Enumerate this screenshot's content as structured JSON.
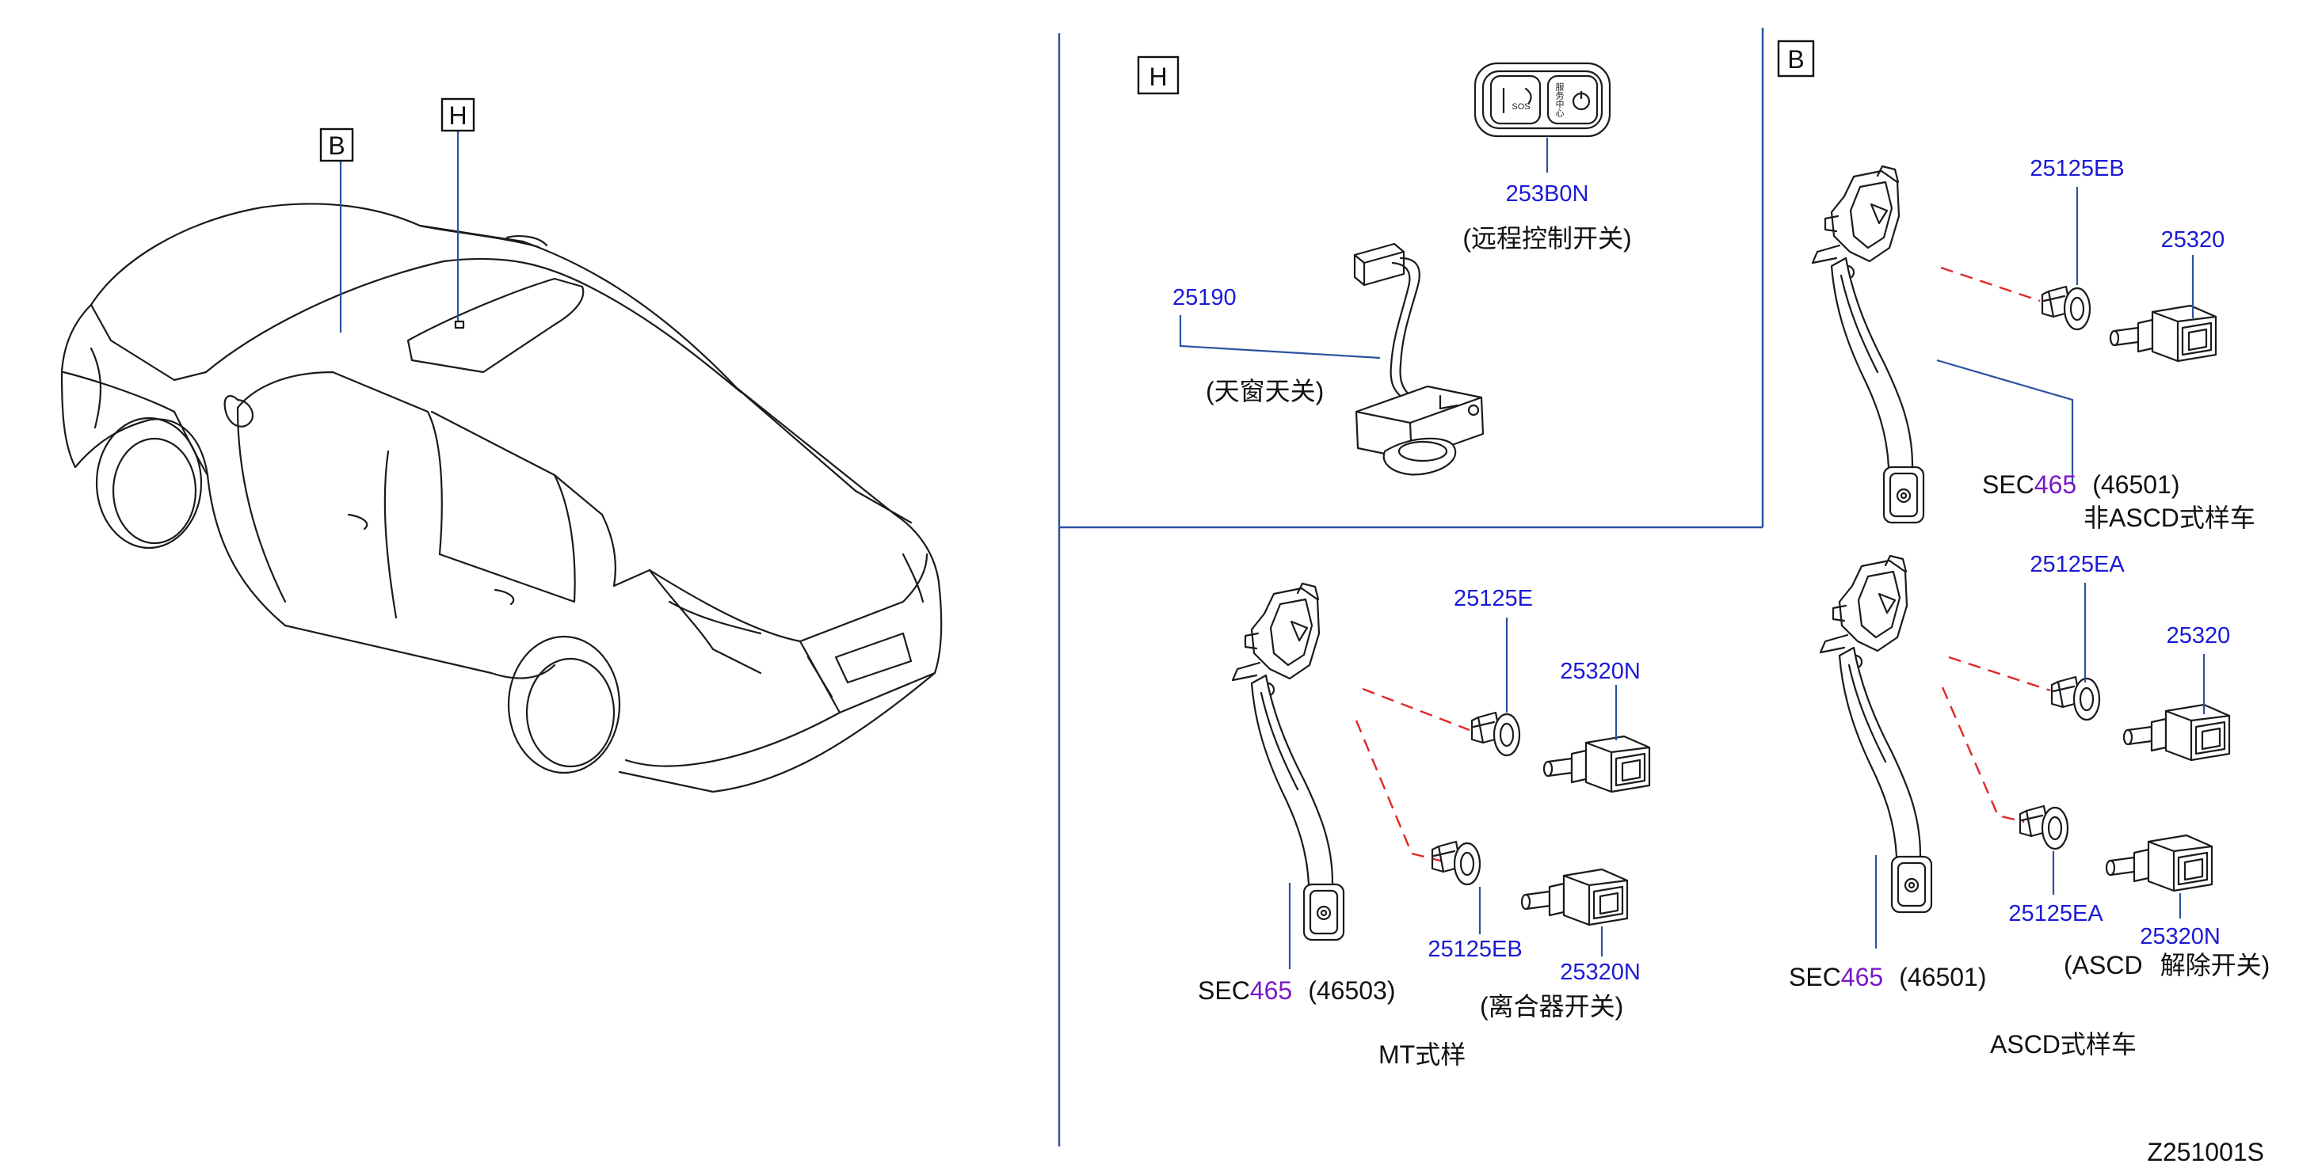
{
  "colors": {
    "part_label": "#1a1ad6",
    "sec_number": "#7a19c8",
    "leader_line": "#2a52a0",
    "dash_line": "#e0282a",
    "ink": "#1b1b1b"
  },
  "overview": {
    "callout_b": "B",
    "callout_h": "H"
  },
  "section_h": {
    "title": "H",
    "remote_switch": {
      "part_no": "253B0N",
      "caption": "(远程控制开关)",
      "sos_text": "SOS",
      "service_text": "服务中心"
    },
    "sunroof_switch": {
      "part_no": "25190",
      "caption": "(天窗天关)"
    }
  },
  "section_b": {
    "title": "B",
    "non_ascd": {
      "clip_part": "25125EB",
      "switch_part": "25320",
      "sec_prefix": "SEC",
      "sec_number": "465",
      "sec_ref": "(46501)",
      "caption": "非ASCD式样车"
    },
    "mt": {
      "clip_top": "25125E",
      "switch_top": "25320N",
      "clip_bottom": "25125EB",
      "switch_bottom": "25320N",
      "sec_prefix": "SEC",
      "sec_number": "465",
      "sec_ref": "(46503)",
      "clutch_caption": "(离合器开关)",
      "caption": "MT式样"
    },
    "ascd": {
      "clip_top": "25125EA",
      "switch_top": "25320",
      "clip_bottom": "25125EA",
      "switch_bottom": "25320N",
      "sec_prefix": "SEC",
      "sec_number": "465",
      "sec_ref": "(46501)",
      "cancel_caption_a": "(ASCD",
      "cancel_caption_b": "解除开关)",
      "caption": "ASCD式样车"
    }
  },
  "diagram_code": "Z251001S"
}
